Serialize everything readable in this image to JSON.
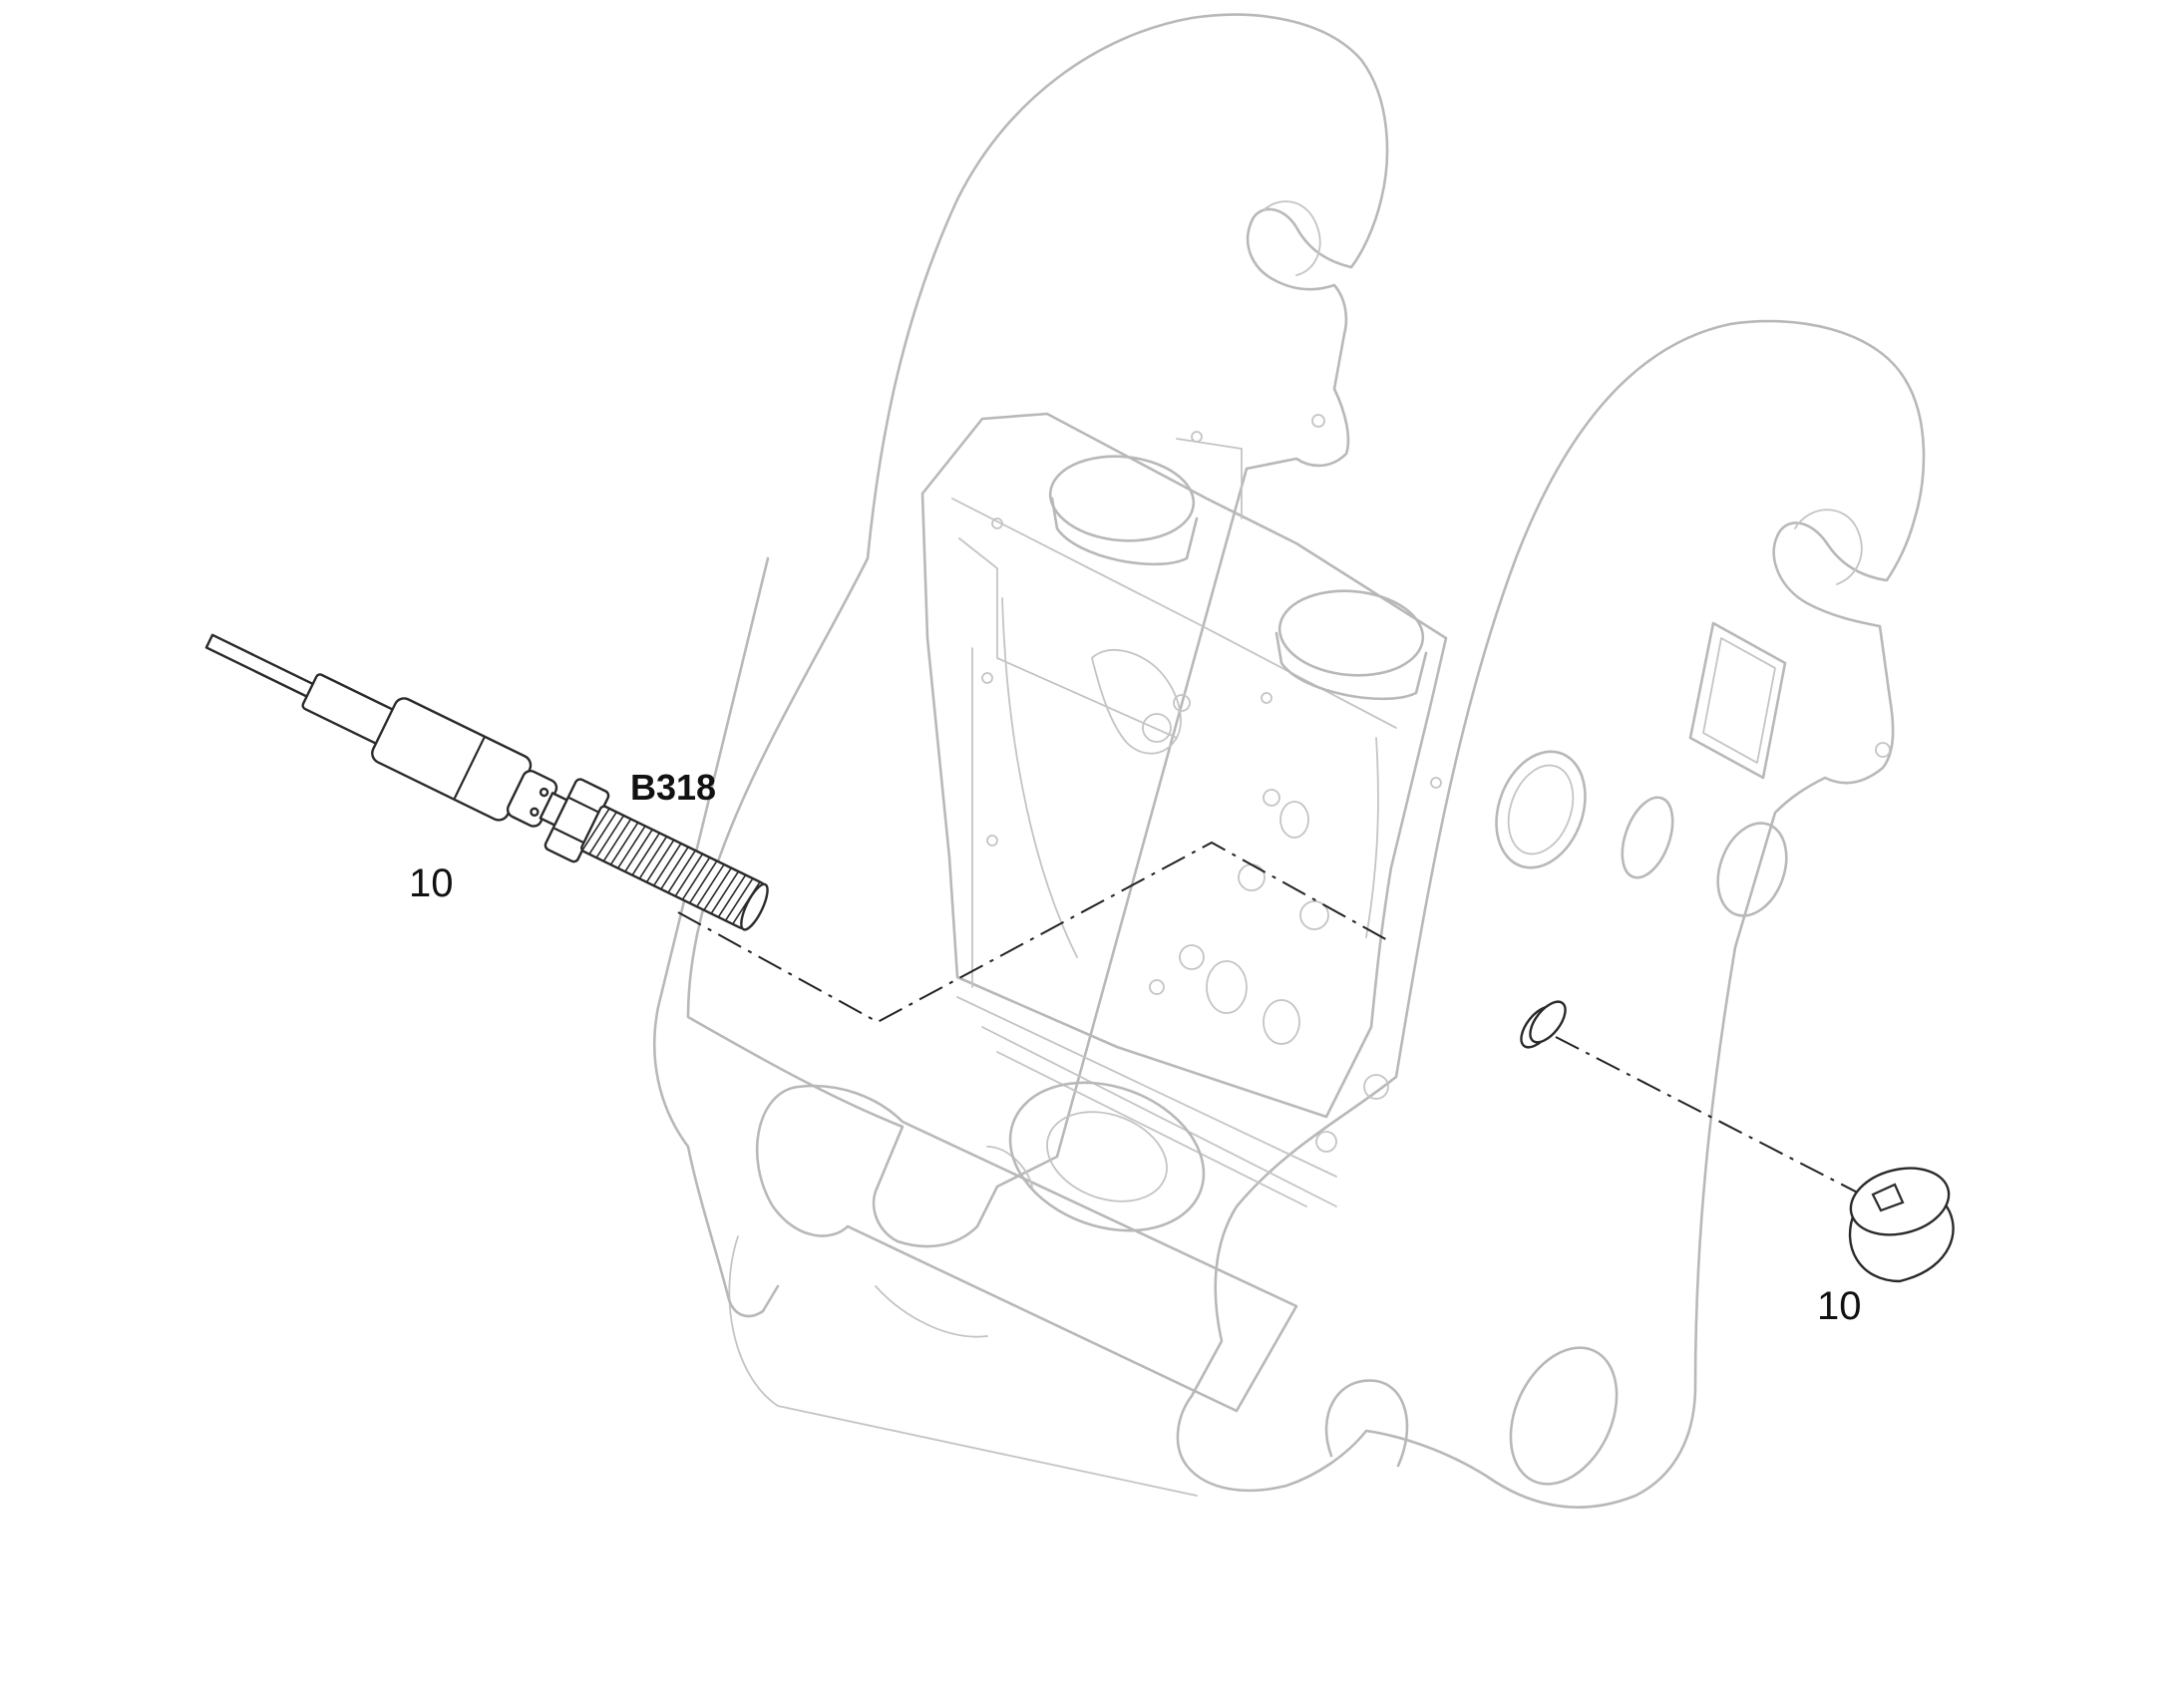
{
  "callouts": {
    "sensor_code": "B318",
    "sensor_item": "10",
    "plug_item": "10"
  },
  "colors": {
    "frame_stroke": "#b8b8b8",
    "part_stroke": "#2a2a2a",
    "label_text": "#111111",
    "background": "#ffffff"
  }
}
